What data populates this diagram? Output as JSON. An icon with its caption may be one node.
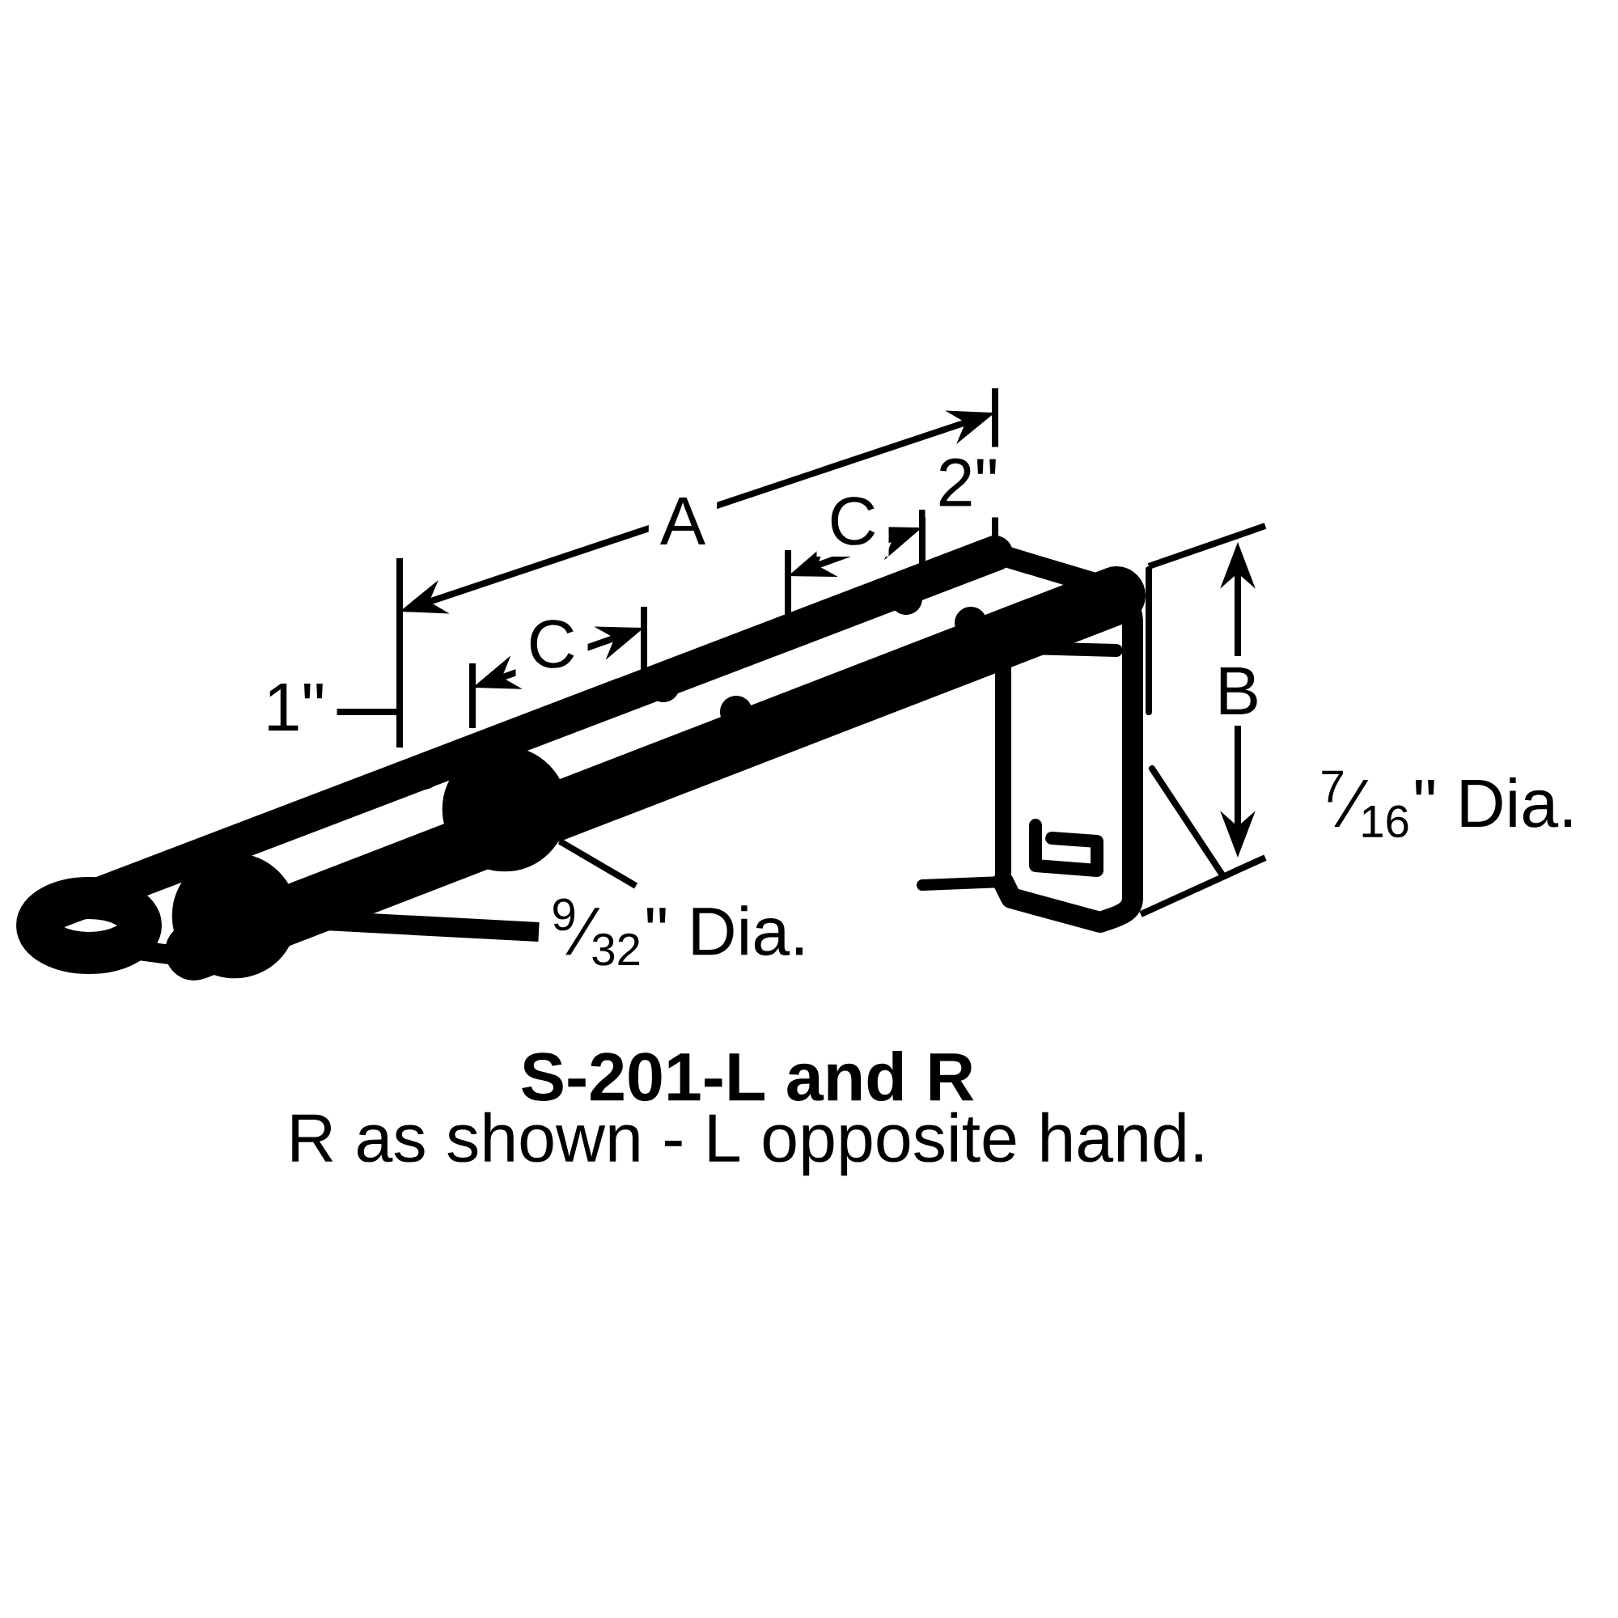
{
  "diagram": {
    "title": "S-201-L and R",
    "caption": "R as shown - L opposite hand.",
    "nodes": [
      {
        "text": [
          "$^{9}$⁄$_{32}$\" Dia."
        ]
      },
      {
        "text": [],
        "shape": "circle"
      },
      {
        "text": [],
        "shape": "circle"
      }
    ],
    "edges": [
      {
        "from": 0,
        "to": 1,
        "arrow": "none",
        "style": "thick"
      },
      {
        "from": 0,
        "to": 2,
        "arrow": "none"
      }
    ],
    "labels": [
      "2\"",
      "A",
      "C",
      "B",
      "C",
      "1\"",
      "$^{7}$⁄$_{16}$\" Dia."
    ]
  }
}
